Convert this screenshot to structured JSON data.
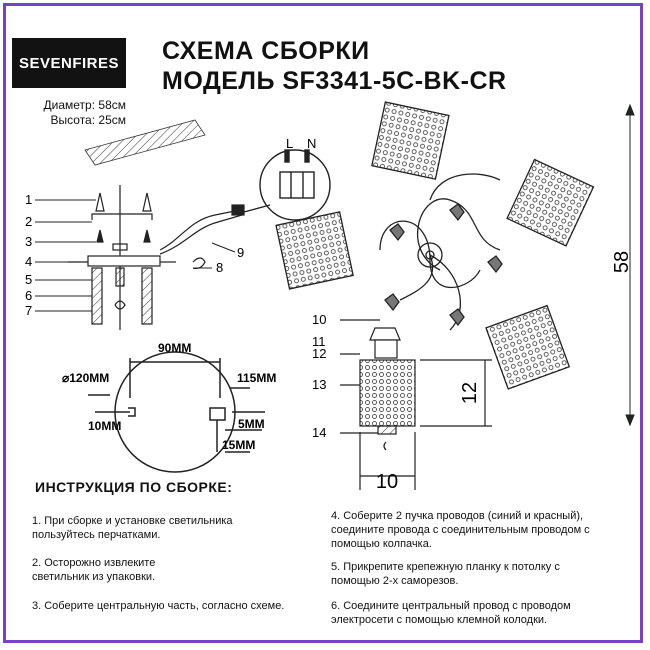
{
  "brand": {
    "name": "SEVENFIRES"
  },
  "header": {
    "title_line1": "СХЕМА СБОРКИ",
    "title_line2": "МОДЕЛЬ SF3341-5C-BK-CR"
  },
  "specs": {
    "diameter": "Диаметр: 58см",
    "height": "Высота: 25см"
  },
  "parts_labels": [
    "1",
    "2",
    "3",
    "4",
    "5",
    "6",
    "7",
    "8",
    "9",
    "10",
    "11",
    "12",
    "13",
    "14"
  ],
  "wiring_labels": {
    "L": "L",
    "N": "N"
  },
  "mount_dims": {
    "dim_90": "90ММ",
    "dim_120": "⌀120ММ",
    "dim_115": "115ММ",
    "dim_10": "10ММ",
    "dim_5": "5ММ",
    "dim_15": "15ММ"
  },
  "product_dims": {
    "overall": "58",
    "shade_height": "12",
    "shade_width": "10"
  },
  "instructions": {
    "title": "ИНСТРУКЦИЯ ПО СБОРКЕ:",
    "steps": [
      "1. При сборке и установке светильника пользуйтесь перчатками.",
      "2. Осторожно извлеките светильник из упаковки.",
      "3. Соберите центральную часть, согласно схеме.",
      "4. Соберите 2 пучка проводов (синий и красный), соедините провода с соединительным проводом с помощью колпачка.",
      "5. Прикрепите крепежную планку к потолку с помощью 2-х саморезов.",
      "6. Соедините центральный провод с проводом электросети с помощью клемной колодки."
    ]
  }
}
